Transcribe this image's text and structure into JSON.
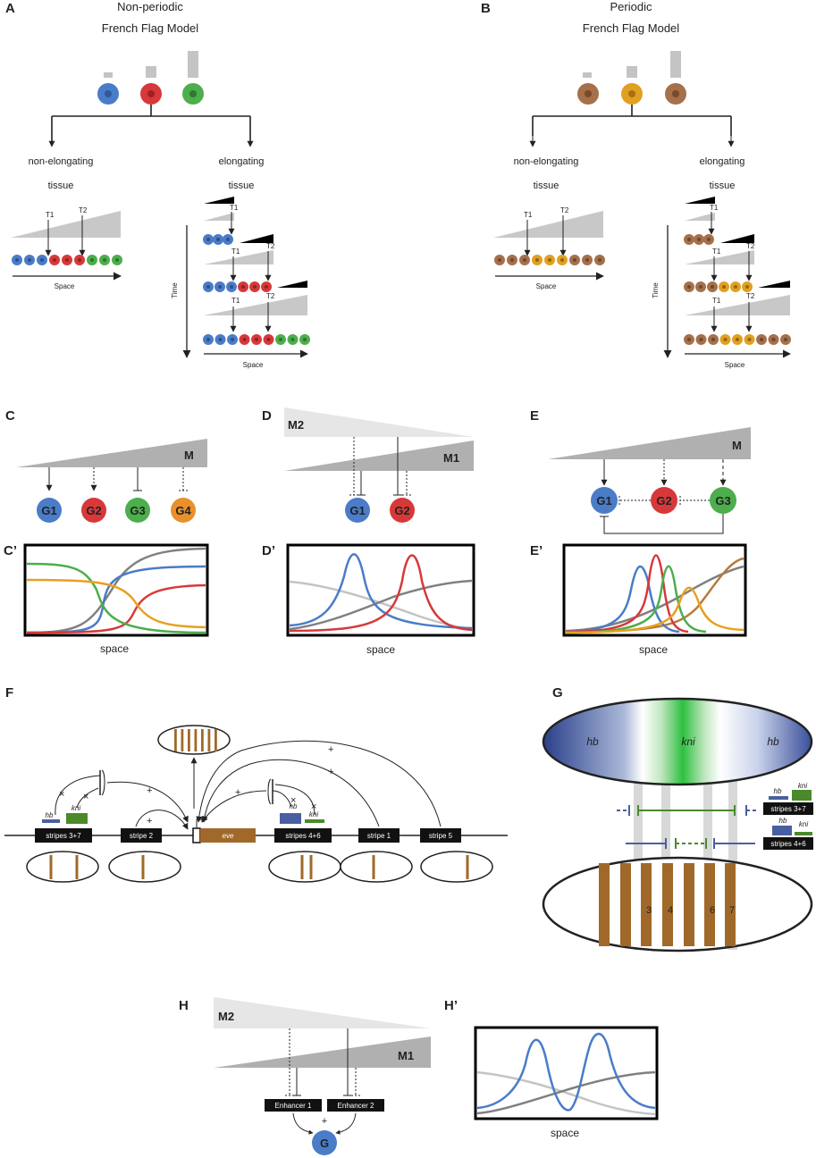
{
  "panels": {
    "A": {
      "letter": "A",
      "title1": "Non-periodic",
      "title2": "French Flag Model",
      "left1": "non-elongating",
      "left2": "tissue",
      "right1": "elongating",
      "right2": "tissue",
      "t1": "T1",
      "t2": "T2",
      "space": "Space",
      "time": "Time"
    },
    "B": {
      "letter": "B",
      "title1": "Periodic",
      "title2": "French Flag Model",
      "left1": "non-elongating",
      "left2": "tissue",
      "right1": "elongating",
      "right2": "tissue",
      "t1": "T1",
      "t2": "T2",
      "space": "Space",
      "time": "Time"
    },
    "C": {
      "letter": "C",
      "morph": "M",
      "genes": [
        "G1",
        "G2",
        "G3",
        "G4"
      ]
    },
    "Cp": {
      "letter": "C’",
      "xlabel": "space"
    },
    "D": {
      "letter": "D",
      "m2": "M2",
      "m1": "M1",
      "genes": [
        "G1",
        "G2"
      ]
    },
    "Dp": {
      "letter": "D’",
      "xlabel": "space"
    },
    "E": {
      "letter": "E",
      "morph": "M",
      "genes": [
        "G1",
        "G2",
        "G3"
      ]
    },
    "Ep": {
      "letter": "E’",
      "xlabel": "space"
    },
    "F": {
      "letter": "F",
      "plus": "+",
      "times": "×",
      "hb": "hb",
      "kni": "kni",
      "enhancers": [
        "stripes 3+7",
        "stripe 2",
        "stripes 4+6",
        "stripe 1",
        "stripe 5"
      ],
      "gene": "eve"
    },
    "G": {
      "letter": "G",
      "hb": "hb",
      "kni": "kni",
      "legend1": "stripes 3+7",
      "legend2": "stripes 4+6",
      "stripe_numbers": [
        "3",
        "4",
        "6",
        "7"
      ]
    },
    "H": {
      "letter": "H",
      "m2": "M2",
      "m1": "M1",
      "enh1": "Enhancer 1",
      "enh2": "Enhancer 2",
      "plus": "+",
      "gene": "G"
    },
    "Hp": {
      "letter": "H’",
      "xlabel": "space"
    }
  },
  "colors": {
    "blue": "#4a7cc8",
    "red": "#d8383a",
    "green": "#4cae4c",
    "orange": "#e8902a",
    "brown": "#a5704a",
    "gold": "#e0a020",
    "grey": "#c4c4c4",
    "darkgrey": "#7a7a7a",
    "stripe": "#a0692a",
    "eve": "#a0692a",
    "hbblue": "#4a5fa0",
    "knigreen": "#4a8a2a"
  }
}
